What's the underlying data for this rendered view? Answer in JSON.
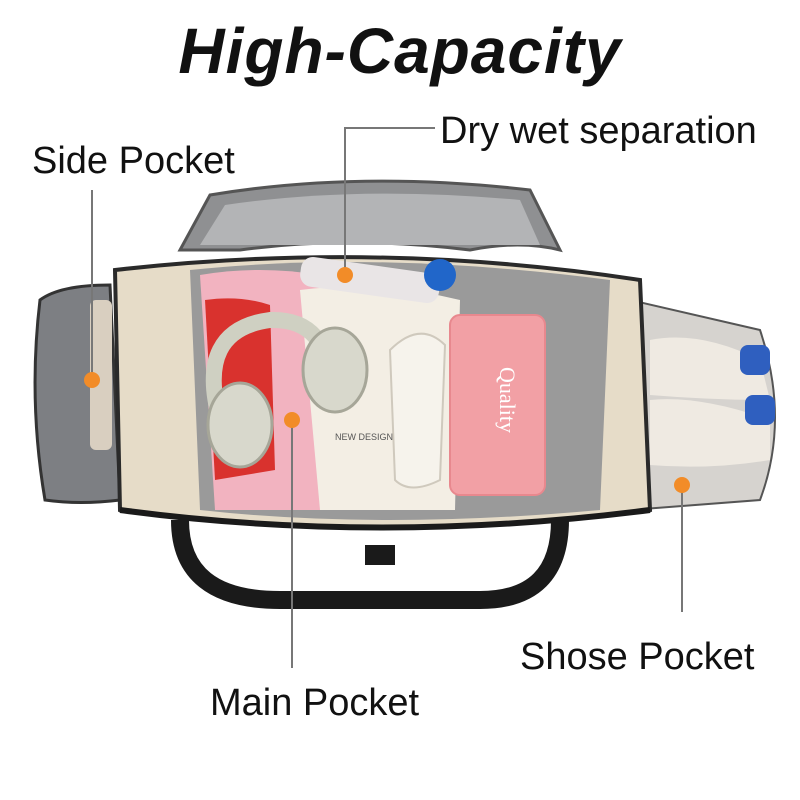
{
  "headline": "High-Capacity",
  "callouts": {
    "side_pocket": "Side Pocket",
    "dry_wet": "Dry wet separation",
    "main_pocket": "Main Pocket",
    "shoe_pocket": "Shose Pocket"
  },
  "print_text": {
    "towel_brand": "Quality",
    "bottle_text": "NEW DESIGN"
  },
  "colors": {
    "callout_dot": "#f28c28",
    "callout_line": "#777777",
    "bag_body": "#e6dcc8",
    "lining": "#9a9a9a",
    "towel": "#f2a0a5",
    "straps": "#1a1a1a"
  }
}
